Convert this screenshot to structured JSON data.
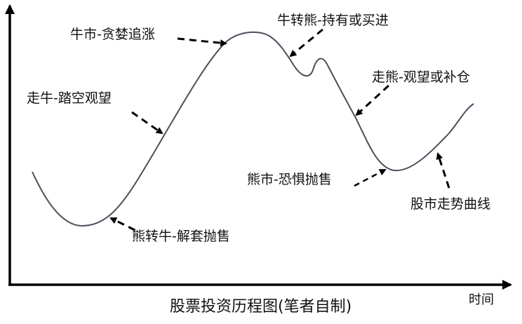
{
  "diagram": {
    "title": "股票投资历程图(笔者自制)",
    "x_axis_label": "时间",
    "y_axis_label": "",
    "curve_label": "股市走势曲线",
    "colors": {
      "curve": "#4a4f5c",
      "axis": "#000000",
      "arrow": "#000000",
      "text": "#111111"
    },
    "annotations": [
      {
        "id": "bull-market",
        "text": "牛市-贪婪追涨"
      },
      {
        "id": "rising-bull",
        "text": "走牛-踏空观望"
      },
      {
        "id": "bull-to-bear",
        "text": "牛转熊-持有或买进"
      },
      {
        "id": "falling-bear",
        "text": "走熊-观望或补仓"
      },
      {
        "id": "bear-market",
        "text": "熊市-恐惧抛售"
      },
      {
        "id": "bear-to-bull",
        "text": "熊转牛-解套抛售"
      },
      {
        "id": "trend-curve",
        "text": "股市走势曲线"
      }
    ]
  },
  "chart_data": {
    "type": "line",
    "title": "股票投资历程图(笔者自制)",
    "xlabel": "时间",
    "ylabel": "",
    "grid": false,
    "note": "Qualitative stock-market cycle curve; values are relative heights (0=axis baseline, 100=top) read from the figure",
    "x": [
      0,
      10,
      20,
      30,
      40,
      50,
      55,
      60,
      63,
      66,
      70,
      75,
      80,
      85,
      90,
      95,
      100
    ],
    "values": [
      40,
      21,
      54,
      89,
      90,
      82,
      75,
      82,
      73,
      60,
      44,
      41,
      46,
      54,
      60,
      64,
      65
    ],
    "phases": [
      "熊转牛-解套抛售",
      "走牛-踏空观望",
      "牛市-贪婪追涨",
      "牛转熊-持有或买进",
      "走熊-观望或补仓",
      "熊市-恐惧抛售"
    ]
  }
}
